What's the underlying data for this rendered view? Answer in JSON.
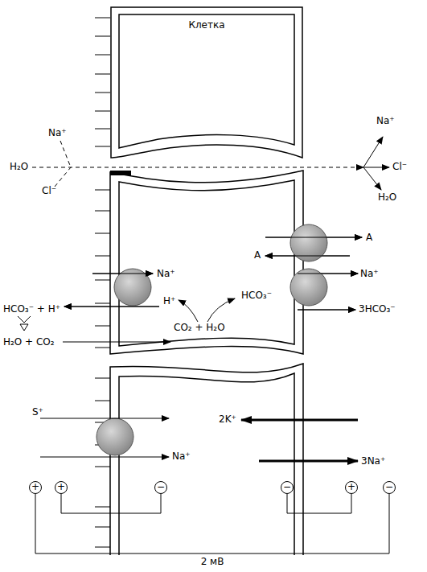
{
  "diagram": {
    "nodes": [
      {
        "text": [
          "Клетка"
        ]
      },
      {
        "text": [
          "+"
        ]
      },
      {
        "text": [
          "+"
        ]
      },
      {
        "text": [
          "−"
        ]
      },
      {
        "text": [
          "−"
        ]
      },
      {
        "text": [
          "+"
        ]
      },
      {
        "text": [
          "−"
        ]
      }
    ],
    "edges": [
      {
        "from": 1,
        "to": 6,
        "arrow": "none",
        "label": "2 мВ"
      },
      {
        "from": 2,
        "to": 3,
        "arrow": "none"
      },
      {
        "from": 4,
        "to": 5,
        "arrow": "none"
      }
    ],
    "labels": [
      "Na⁺",
      "H₂O",
      "Cl⁻",
      "Na⁺",
      "Cl⁻",
      "H₂O",
      "A",
      "A",
      "Na⁺",
      "Na⁺",
      "H⁺",
      "HCO₃⁻",
      "HCO₃⁻ + H⁺",
      "H₂O + CO₂",
      "CO₂ + H₂O",
      "3HCO₃⁻",
      "S⁺",
      "Na⁺",
      "2K⁺",
      "3Na⁺"
    ]
  }
}
